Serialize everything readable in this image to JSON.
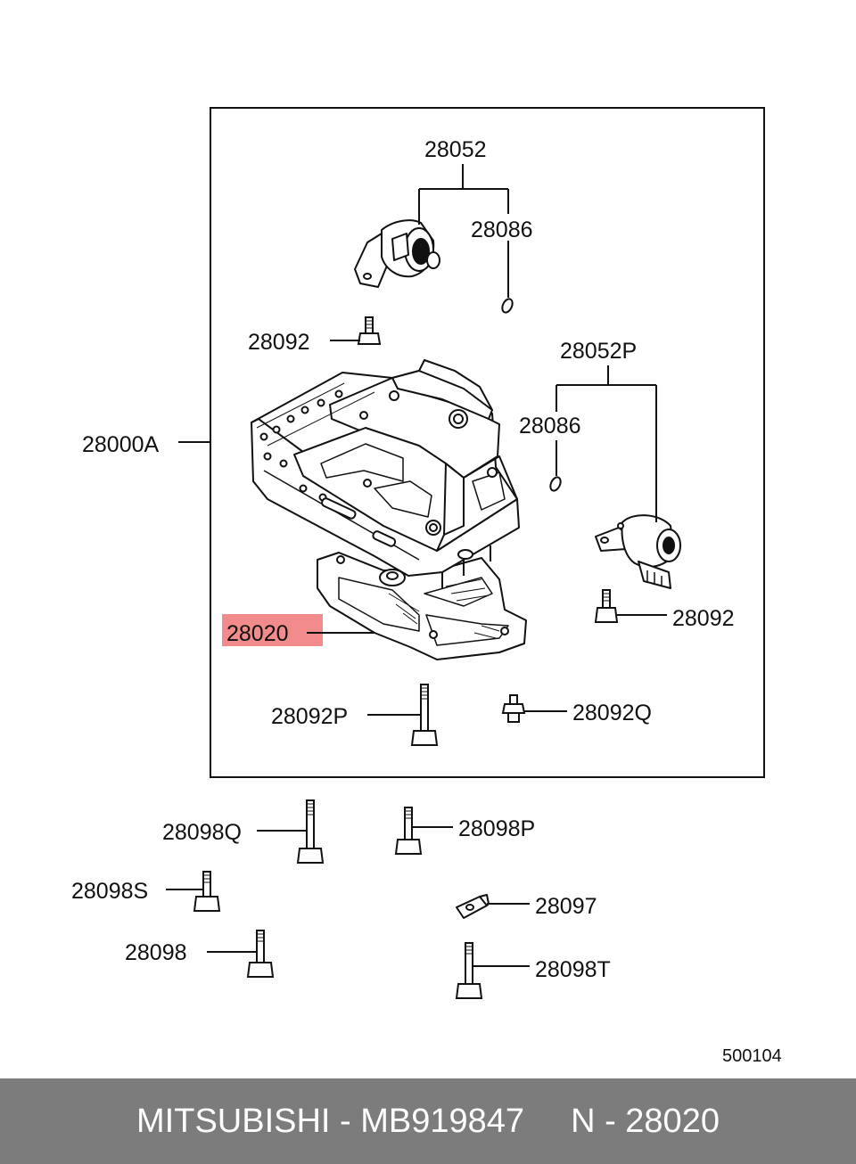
{
  "part_labels": {
    "p28052": "28052",
    "p28086_top": "28086",
    "p28092_top": "28092",
    "p28052P": "28052P",
    "p28086_mid": "28086",
    "p28000A": "28000A",
    "p28020": "28020",
    "p28092_right": "28092",
    "p28092P": "28092P",
    "p28092Q": "28092Q",
    "p28098Q": "28098Q",
    "p28098P": "28098P",
    "p28098S": "28098S",
    "p28097": "28097",
    "p28098": "28098",
    "p28098T": "28098T"
  },
  "diagram_code": "500104",
  "highlight_color": "#f28b8b",
  "footer": {
    "brand_part": "MITSUBISHI - MB919847",
    "ref": "N - 28020",
    "background": "#7c7c7c"
  }
}
